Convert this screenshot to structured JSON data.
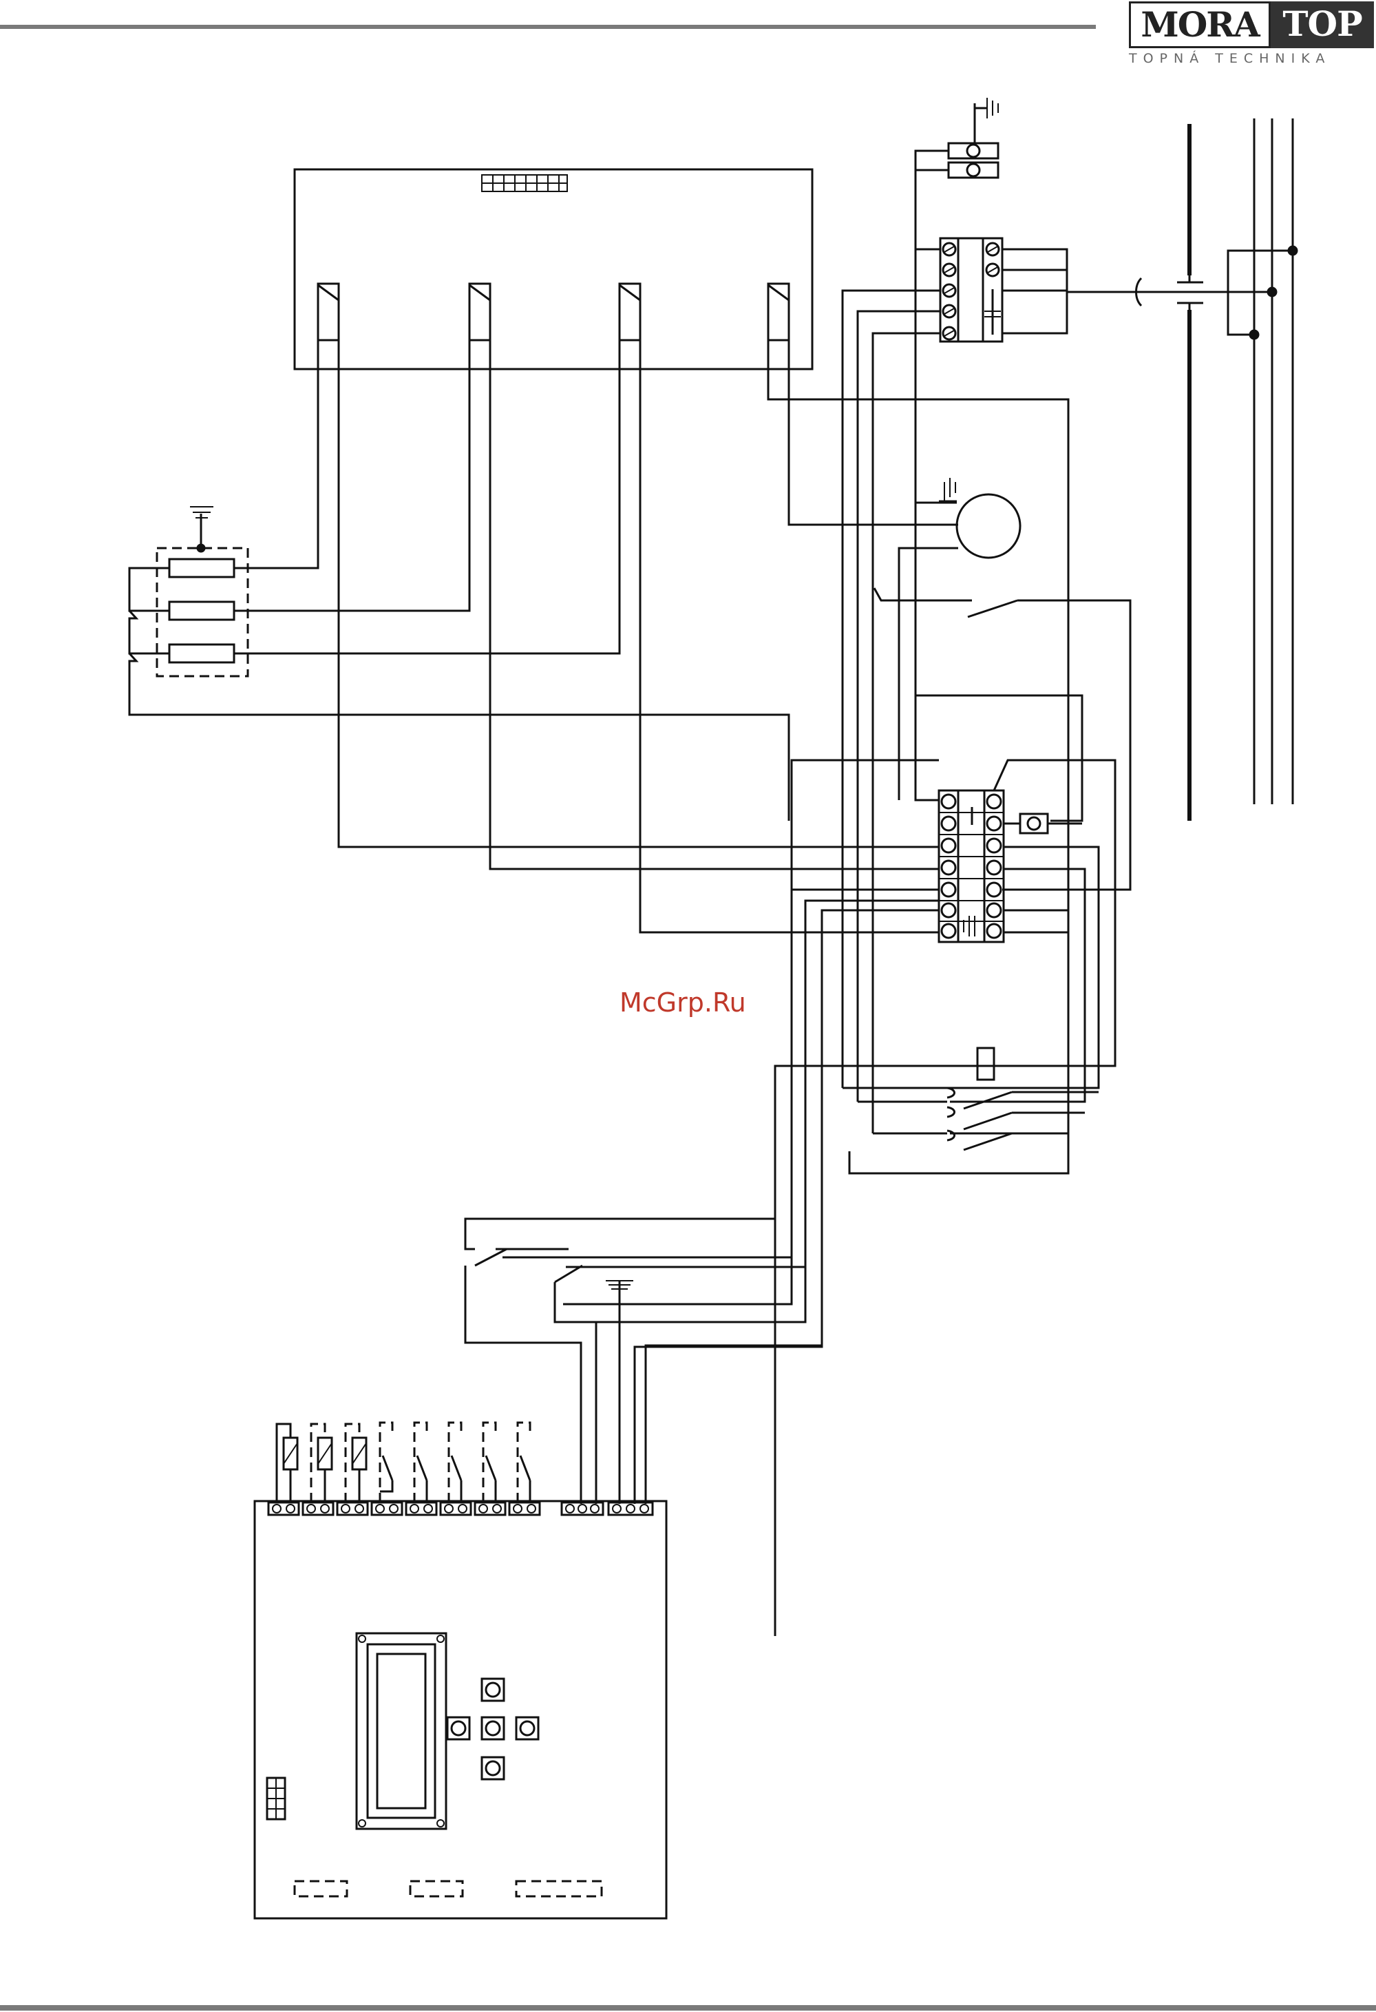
{
  "header": {
    "logo_word_1": "MORA",
    "logo_word_2": "TOP",
    "logo_tagline": "TOPNÁ TECHNIKA"
  },
  "watermark": "McGrp.Ru",
  "colors": {
    "rule": "#7a7a7a",
    "ink": "#111111",
    "watermark": "#c0392b",
    "logo_dark": "#333333"
  }
}
